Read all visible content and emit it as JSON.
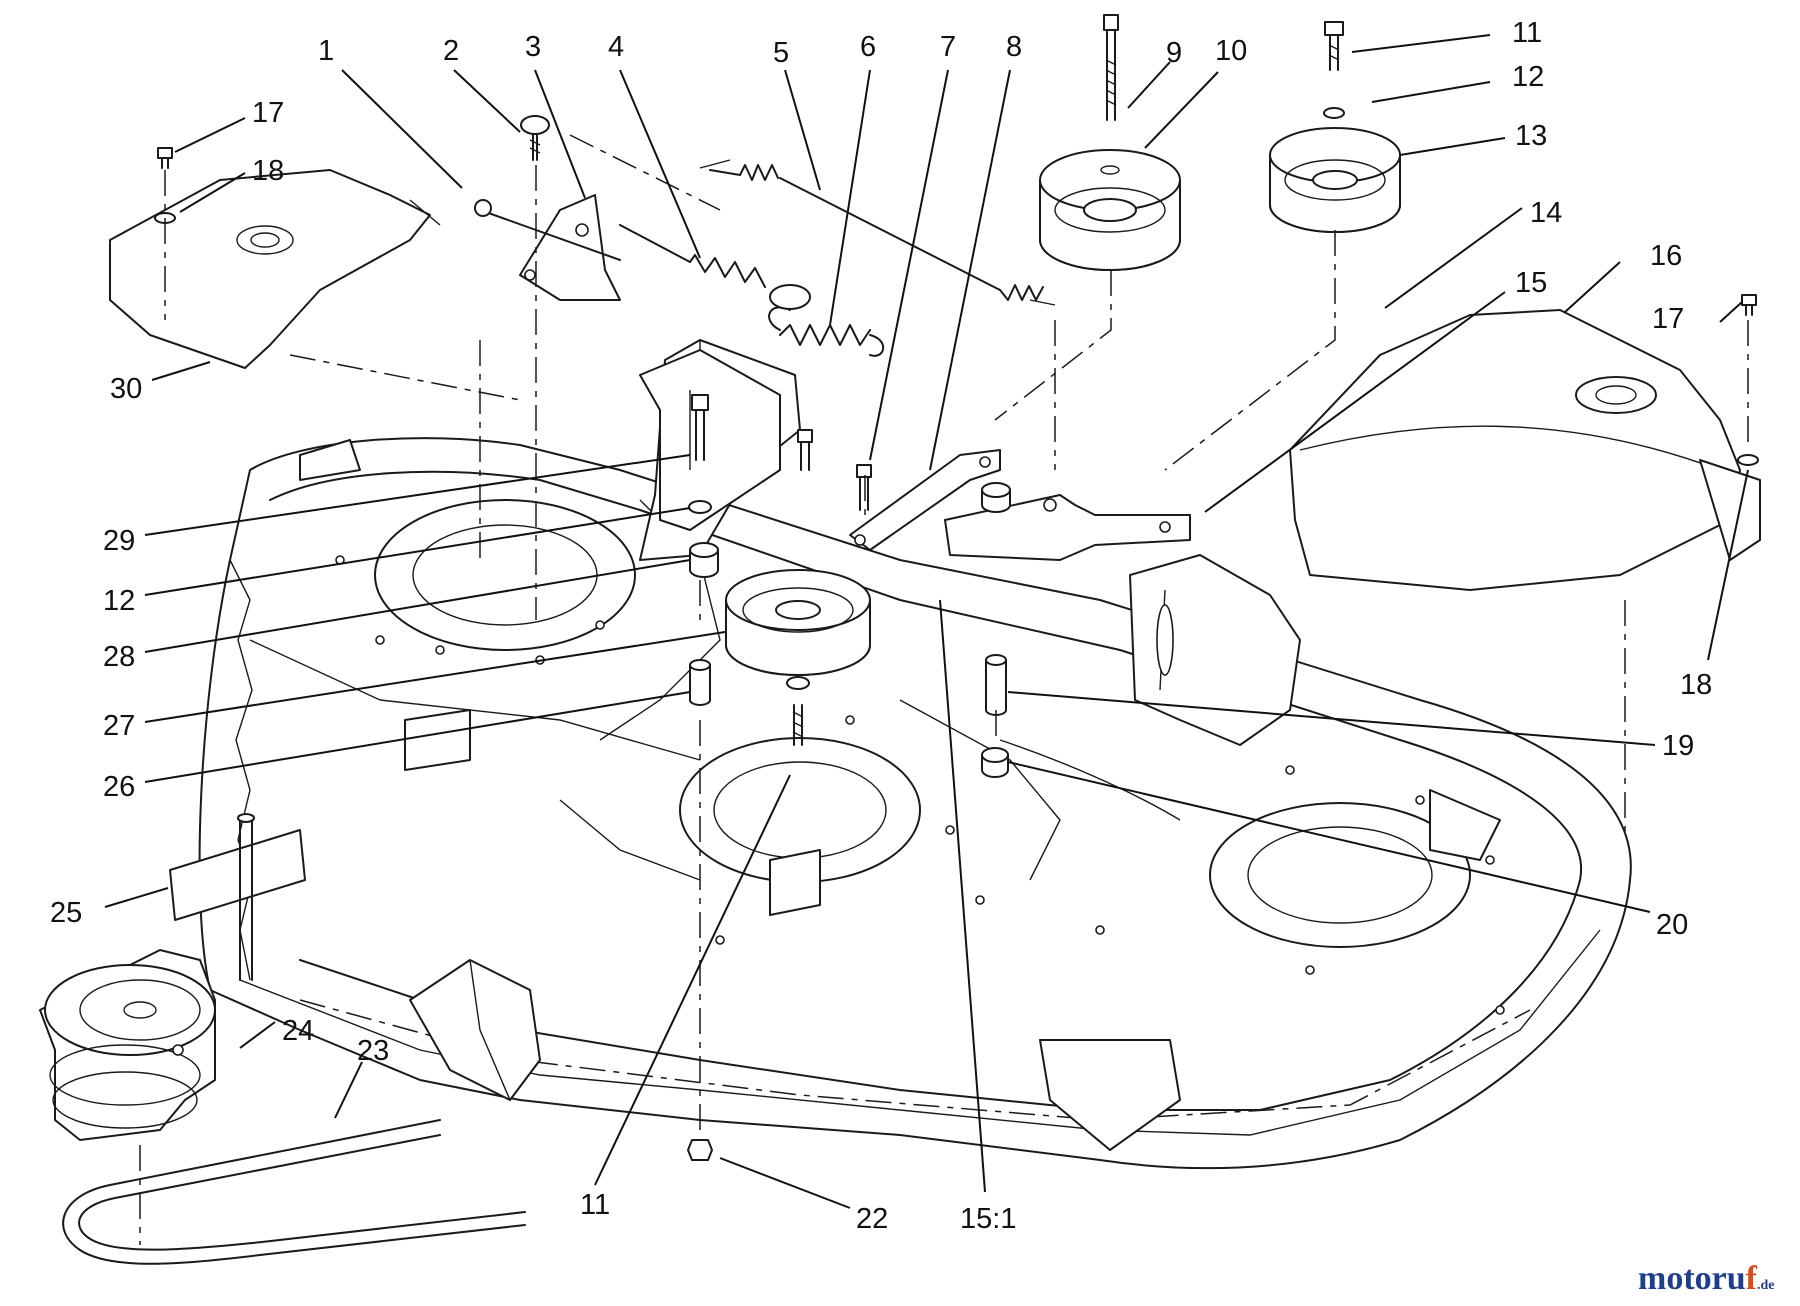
{
  "diagram": {
    "callouts": [
      "1",
      "2",
      "3",
      "4",
      "5",
      "6",
      "7",
      "8",
      "9",
      "10",
      "11",
      "12",
      "13",
      "14",
      "15",
      "16",
      "17",
      "17",
      "18",
      "18",
      "19",
      "20",
      "22",
      "23",
      "24",
      "25",
      "26",
      "27",
      "28",
      "29",
      "30",
      "12",
      "11",
      "15:1"
    ],
    "watermark": {
      "text_a": "motoru",
      "text_b": "f",
      "tld": ".de"
    }
  }
}
